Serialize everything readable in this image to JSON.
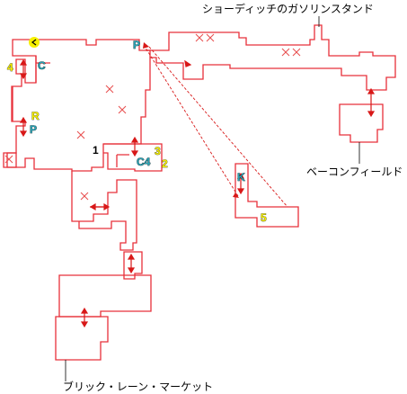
{
  "labels": {
    "shoreditch_gas": "ショーディッチのガソリンスタンド",
    "bacon_field": "ベーコンフィールド",
    "brick_lane": "ブリック・レーン・マーケット"
  },
  "markers": {
    "m4": "4",
    "c_top": "C",
    "p_top": "P",
    "r": "R",
    "p_left": "P",
    "one": "1",
    "three": "3",
    "c4": "C4",
    "two": "2",
    "k": "K",
    "five": "5"
  },
  "colors": {
    "wall": "#e8303a",
    "door": "#d81818",
    "x_mark": "#e85050",
    "yellow_marker": "#f6f000",
    "teal_marker": "#2aa3b5",
    "start_dot": "#f6f000",
    "leader_line": "#000000"
  },
  "icons": {
    "start": "left-chevron-icon",
    "door": "double-arrow-icon",
    "enemy": "x-mark-icon"
  }
}
